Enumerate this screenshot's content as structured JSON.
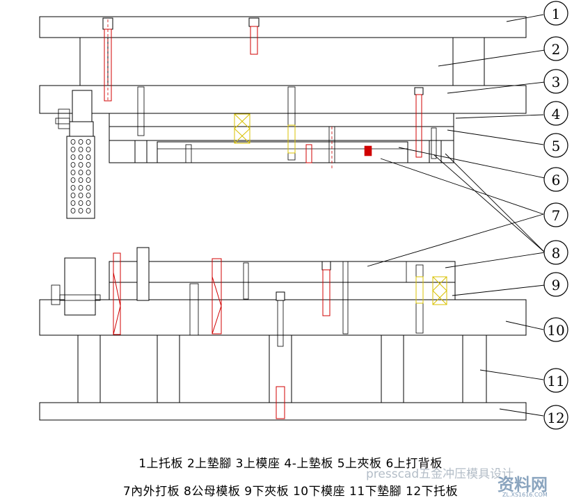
{
  "callouts": [
    "1",
    "2",
    "3",
    "4",
    "5",
    "6",
    "7",
    "8",
    "9",
    "10",
    "11",
    "12"
  ],
  "legend": {
    "line1": "1上托板  2上墊腳  3上模座  4-上墊板  5上夾板  6上打背板",
    "line2": "7內外打板  8公母模板  9下夾板  10下模座  11下墊腳  12下托板"
  },
  "watermark": {
    "left": "presscad五金冲压模具设计",
    "right": "资料网",
    "url": "ZL.XS1616.COM"
  },
  "colors": {
    "outline": "#000000",
    "screws": "#d00000",
    "springs": "#d8c000"
  }
}
